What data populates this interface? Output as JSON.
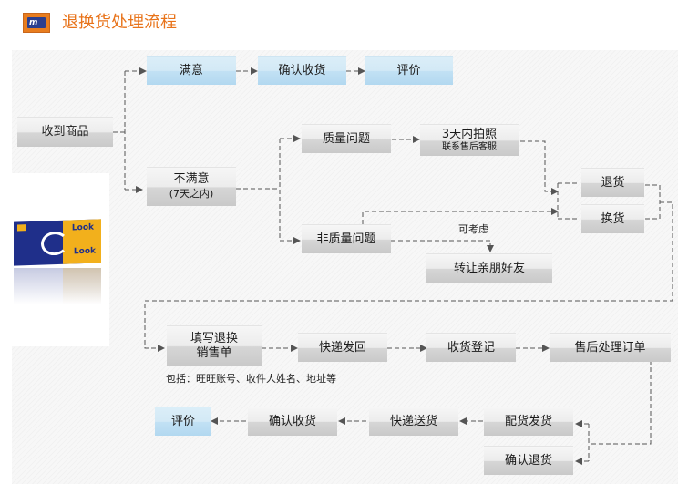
{
  "header": {
    "logo_text": "m",
    "title": "退换货处理流程"
  },
  "product_image": {
    "brand_text": "Look"
  },
  "nodes": {
    "received": "收到商品",
    "satisfied": "满意",
    "confirm_receipt_top": "确认收货",
    "review_top": "评价",
    "unsatisfied": "不满意",
    "unsatisfied_sub": "(7天之内)",
    "quality_issue": "质量问题",
    "photo": "3天内拍照",
    "photo_sub": "联系售后客服",
    "return": "退货",
    "exchange": "换货",
    "non_quality_issue": "非质量问题",
    "consider_label": "可考虑",
    "transfer": "转让亲朋好友",
    "fill_form_line1": "填写退换",
    "fill_form_line2": "销售单",
    "fill_form_note": "包括：旺旺账号、收件人姓名、地址等",
    "express_back": "快递发回",
    "receipt_register": "收货登记",
    "aftersale_order": "售后处理订单",
    "ship_goods": "配货发货",
    "confirm_return": "确认退货",
    "express_deliver": "快递送货",
    "confirm_receipt_bottom": "确认收货",
    "review_bottom": "评价"
  },
  "colors": {
    "title": "#e8731a",
    "logo": "#e87d1e",
    "line": "#555555",
    "blue_box": "#c7e3f5",
    "gray_box": "#d6d6d6"
  }
}
